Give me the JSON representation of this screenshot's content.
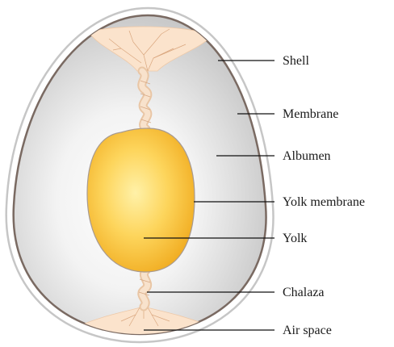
{
  "labels": {
    "shell": "Shell",
    "membrane": "Membrane",
    "albumen": "Albumen",
    "yolk_membrane": "Yolk membrane",
    "yolk": "Yolk",
    "chalaza": "Chalaza",
    "air_space": "Air space"
  },
  "colors": {
    "shell_outline": "#c8c8c8",
    "membrane": "#7a6a62",
    "albumen_center": "#ffffff",
    "albumen_edge": "#c9c9c9",
    "yolk_center": "#fde07a",
    "yolk_edge": "#f3b325",
    "chalaza": "#f6dcc2",
    "air_space": "#fbe3cc"
  }
}
